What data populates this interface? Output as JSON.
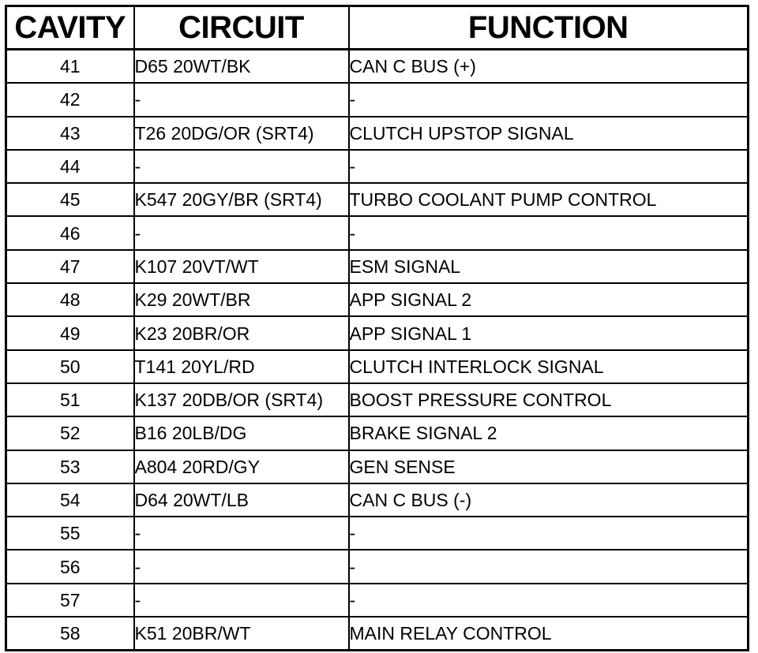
{
  "headers": {
    "cavity": "CAVITY",
    "circuit": "CIRCUIT",
    "function": "FUNCTION"
  },
  "rows": [
    {
      "cavity": "41",
      "circuit": "D65 20WT/BK",
      "function": "CAN C BUS (+)"
    },
    {
      "cavity": "42",
      "circuit": "-",
      "function": "-"
    },
    {
      "cavity": "43",
      "circuit": "T26 20DG/OR (SRT4)",
      "function": "CLUTCH UPSTOP SIGNAL"
    },
    {
      "cavity": "44",
      "circuit": "-",
      "function": "-"
    },
    {
      "cavity": "45",
      "circuit": "K547 20GY/BR (SRT4)",
      "function": "TURBO COOLANT PUMP CONTROL"
    },
    {
      "cavity": "46",
      "circuit": "-",
      "function": "-"
    },
    {
      "cavity": "47",
      "circuit": "K107 20VT/WT",
      "function": "ESM SIGNAL"
    },
    {
      "cavity": "48",
      "circuit": "K29 20WT/BR",
      "function": "APP SIGNAL 2"
    },
    {
      "cavity": "49",
      "circuit": "K23 20BR/OR",
      "function": "APP SIGNAL 1"
    },
    {
      "cavity": "50",
      "circuit": "T141 20YL/RD",
      "function": "CLUTCH INTERLOCK SIGNAL"
    },
    {
      "cavity": "51",
      "circuit": "K137 20DB/OR (SRT4)",
      "function": "BOOST PRESSURE CONTROL"
    },
    {
      "cavity": "52",
      "circuit": "B16 20LB/DG",
      "function": "BRAKE SIGNAL 2"
    },
    {
      "cavity": "53",
      "circuit": "A804 20RD/GY",
      "function": "GEN SENSE"
    },
    {
      "cavity": "54",
      "circuit": "D64 20WT/LB",
      "function": "CAN C BUS (-)"
    },
    {
      "cavity": "55",
      "circuit": "-",
      "function": "-"
    },
    {
      "cavity": "56",
      "circuit": "-",
      "function": "-"
    },
    {
      "cavity": "57",
      "circuit": "-",
      "function": "-"
    },
    {
      "cavity": "58",
      "circuit": "K51 20BR/WT",
      "function": "MAIN RELAY CONTROL"
    }
  ]
}
